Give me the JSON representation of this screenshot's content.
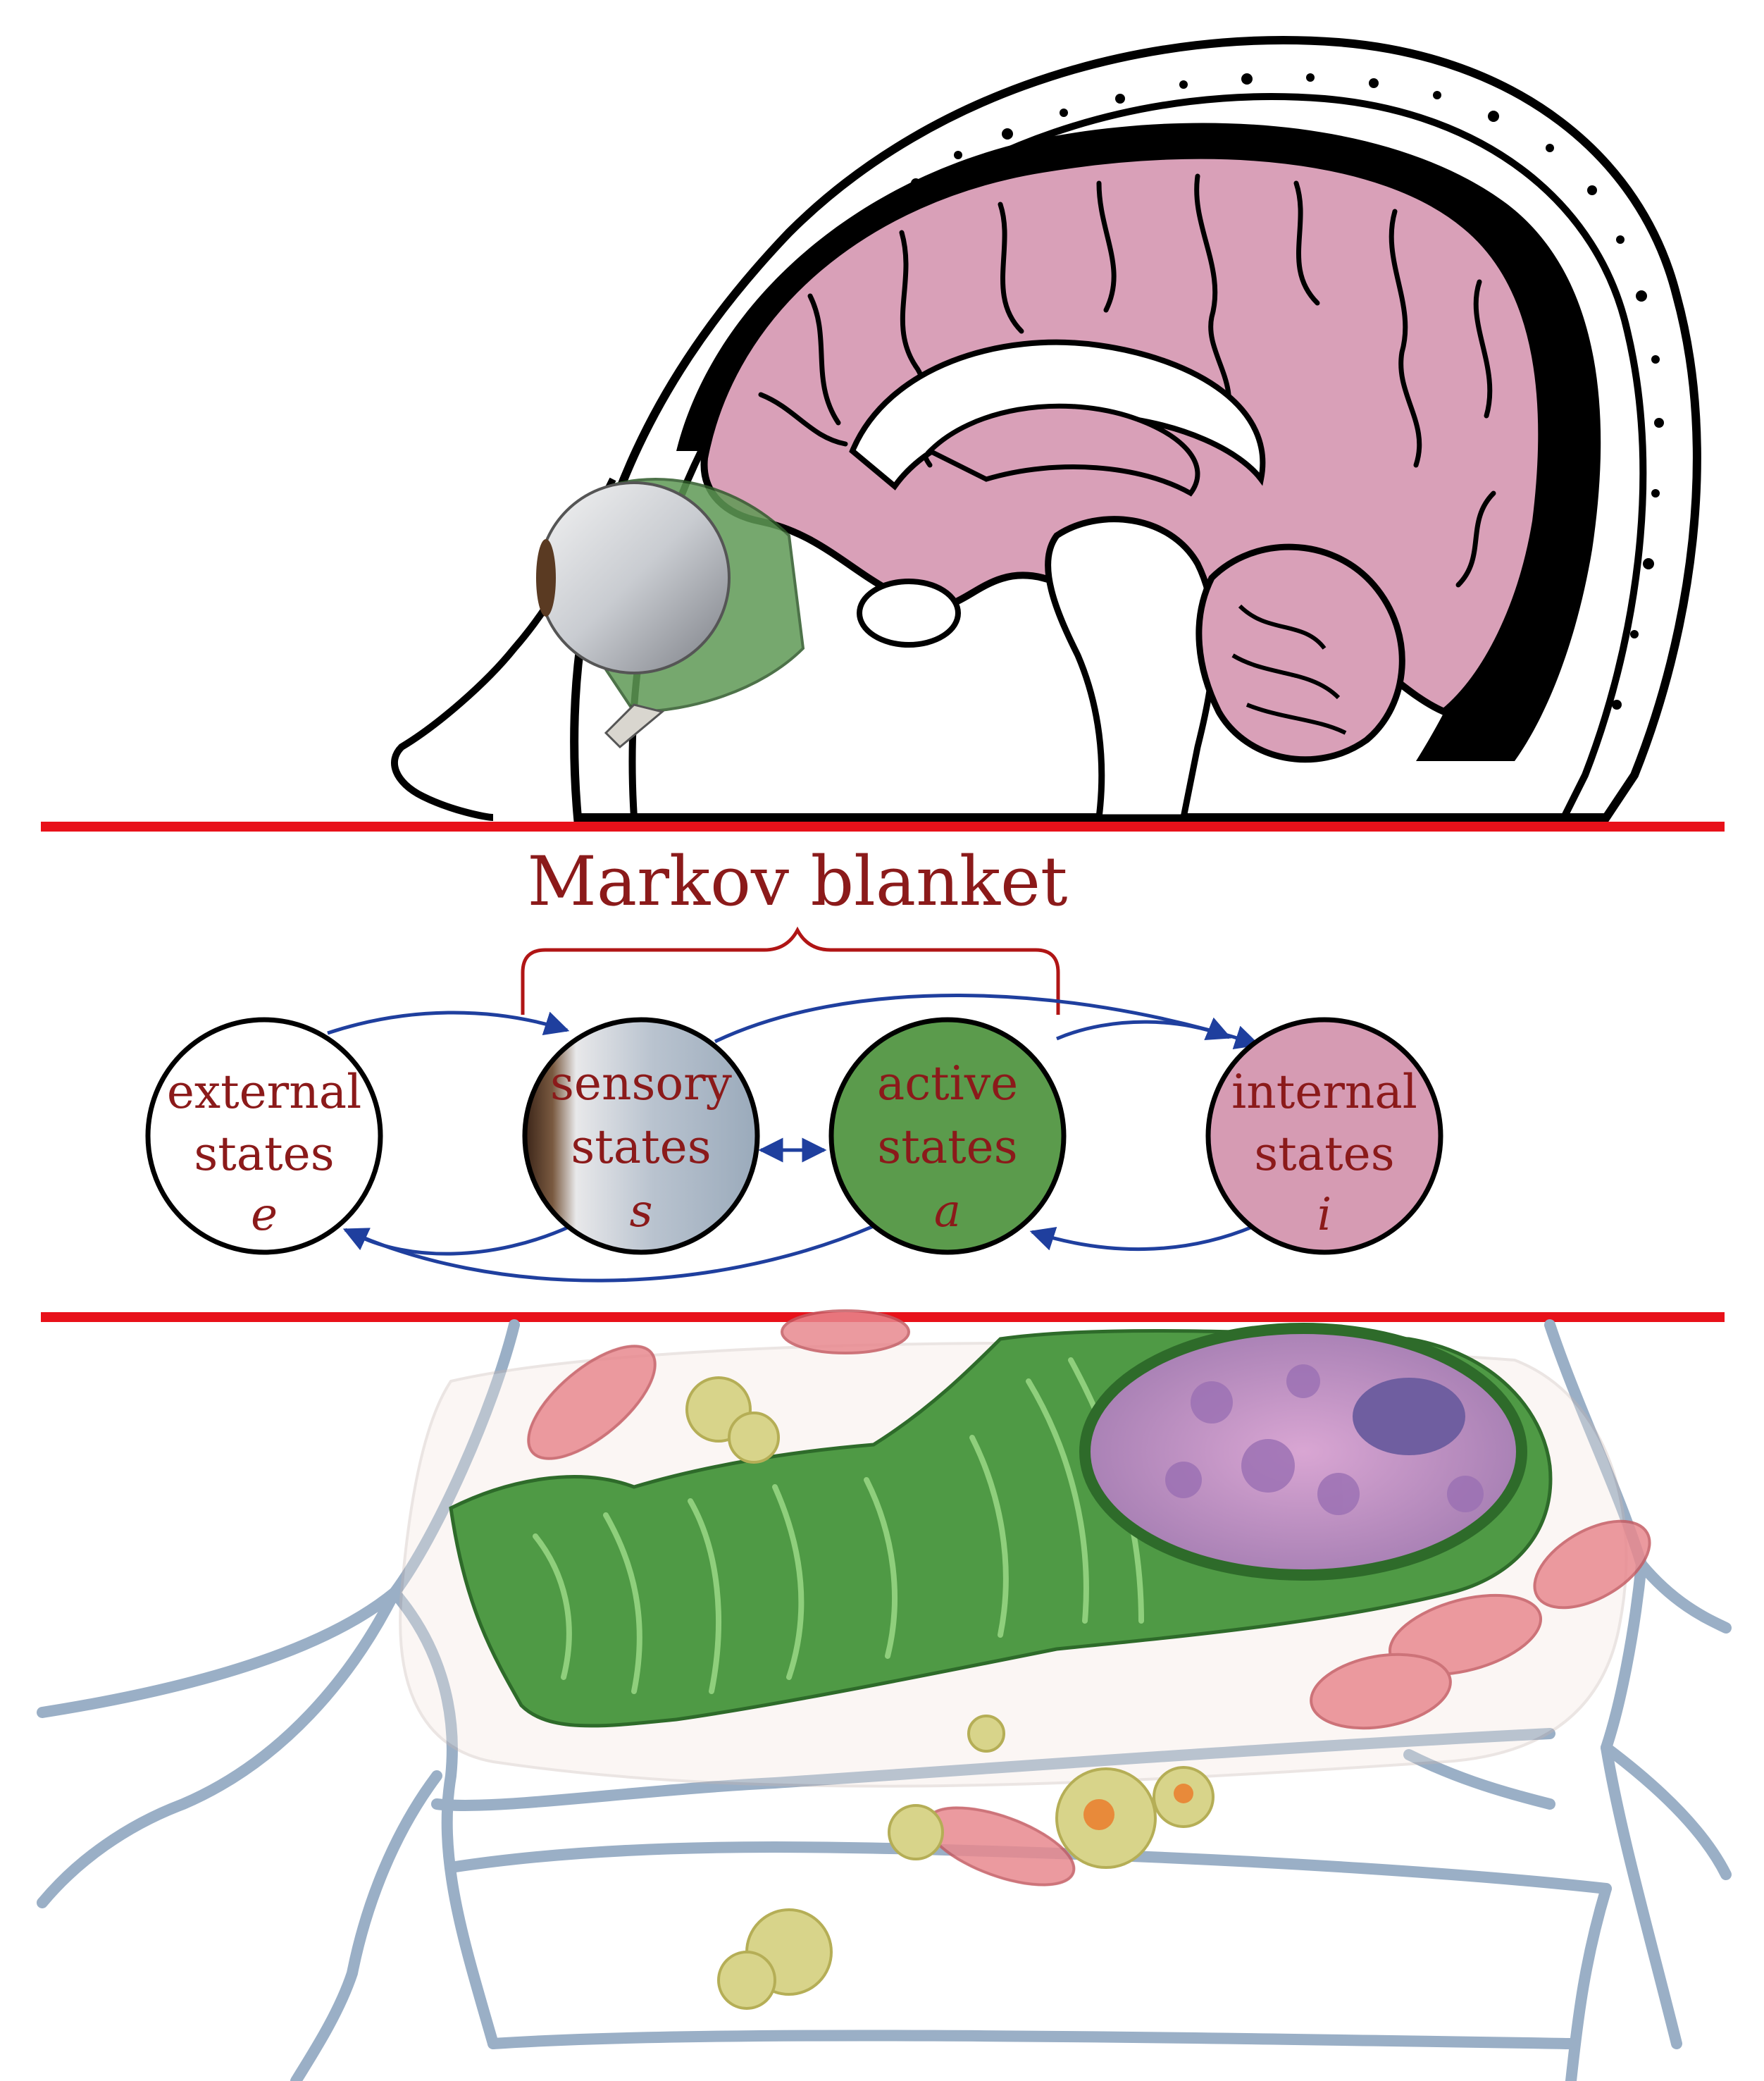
{
  "blanket_label": "Markov blanket",
  "states": [
    {
      "id": "external",
      "line1": "external",
      "line2": "states",
      "symbol": "e"
    },
    {
      "id": "sensory",
      "line1": "sensory",
      "line2": "states",
      "symbol": "s"
    },
    {
      "id": "active",
      "line1": "active",
      "line2": "states",
      "symbol": "a"
    },
    {
      "id": "internal",
      "line1": "internal",
      "line2": "states",
      "symbol": "i"
    }
  ],
  "colors": {
    "divider": "#e8111a",
    "label": "#8b1a1a",
    "arrow": "#1f3f9e",
    "brace": "#b01515",
    "brain": "#d9a0b8",
    "active_fill": "#5b9b4c",
    "internal_fill": "#d69bb3",
    "sensory_fill": "#a9b8c8",
    "cytoskeleton": "#9aafc6",
    "organelle_green": "#4f9a45",
    "mitochondria": "#e8888e",
    "vesicle": "#d8d48a",
    "nucleus": "#c99ac7"
  },
  "panels": {
    "top": "head-brain-eye-illustration",
    "bottom": "cell-organelle-illustration"
  }
}
